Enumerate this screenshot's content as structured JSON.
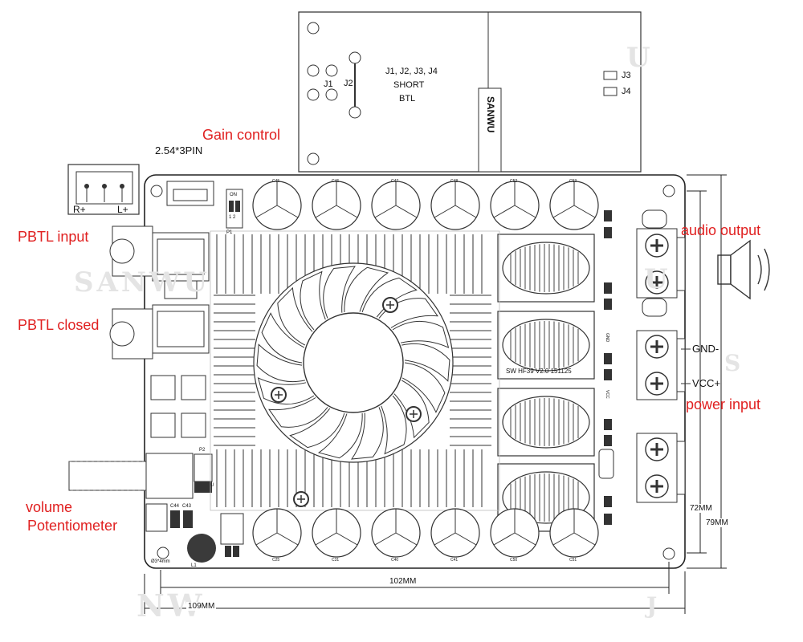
{
  "annotations": {
    "gain_control": "Gain control",
    "pbtl_input": "PBTL input",
    "pbtl_closed": "PBTL closed",
    "volume": "volume",
    "potentiometer": "Potentiometer",
    "audio_output": "audio output",
    "power_input": "power input",
    "gnd": "GND-",
    "vcc": "VCC+"
  },
  "callout": {
    "lines": [
      "J1, J2, J3, J4",
      "SHORT",
      "BTL"
    ],
    "j1": "J1",
    "j2": "J2",
    "j3": "J3",
    "j4": "J4",
    "brand": "SANWU"
  },
  "connectors": {
    "header_label": "2.54*3PIN",
    "plug_left": "R+",
    "plug_right": "L+"
  },
  "board": {
    "version_text": "SW HF39 V2.0 151125",
    "switch_on": "ON",
    "switch_nums": "1 2",
    "hole_label": "Ø3*4mm",
    "p1": "P1",
    "p2": "P2",
    "u": "U",
    "l1": "L1",
    "c44": "C44",
    "c43": "C43",
    "top_caps": [
      "C45",
      "C46",
      "C47",
      "C48",
      "C52",
      "C53"
    ],
    "bottom_caps": [
      "C25",
      "C31",
      "C40",
      "C41",
      "C50",
      "C51"
    ],
    "gnd_silk": "GND",
    "vcc_silk": "VCC"
  },
  "dimensions": {
    "width_inner": "102MM",
    "width_outer": "109MM",
    "height_inner": "72MM",
    "height_outer": "79MM"
  },
  "watermarks": [
    "SANWU",
    "NW",
    "U",
    "U",
    "S",
    "J"
  ]
}
